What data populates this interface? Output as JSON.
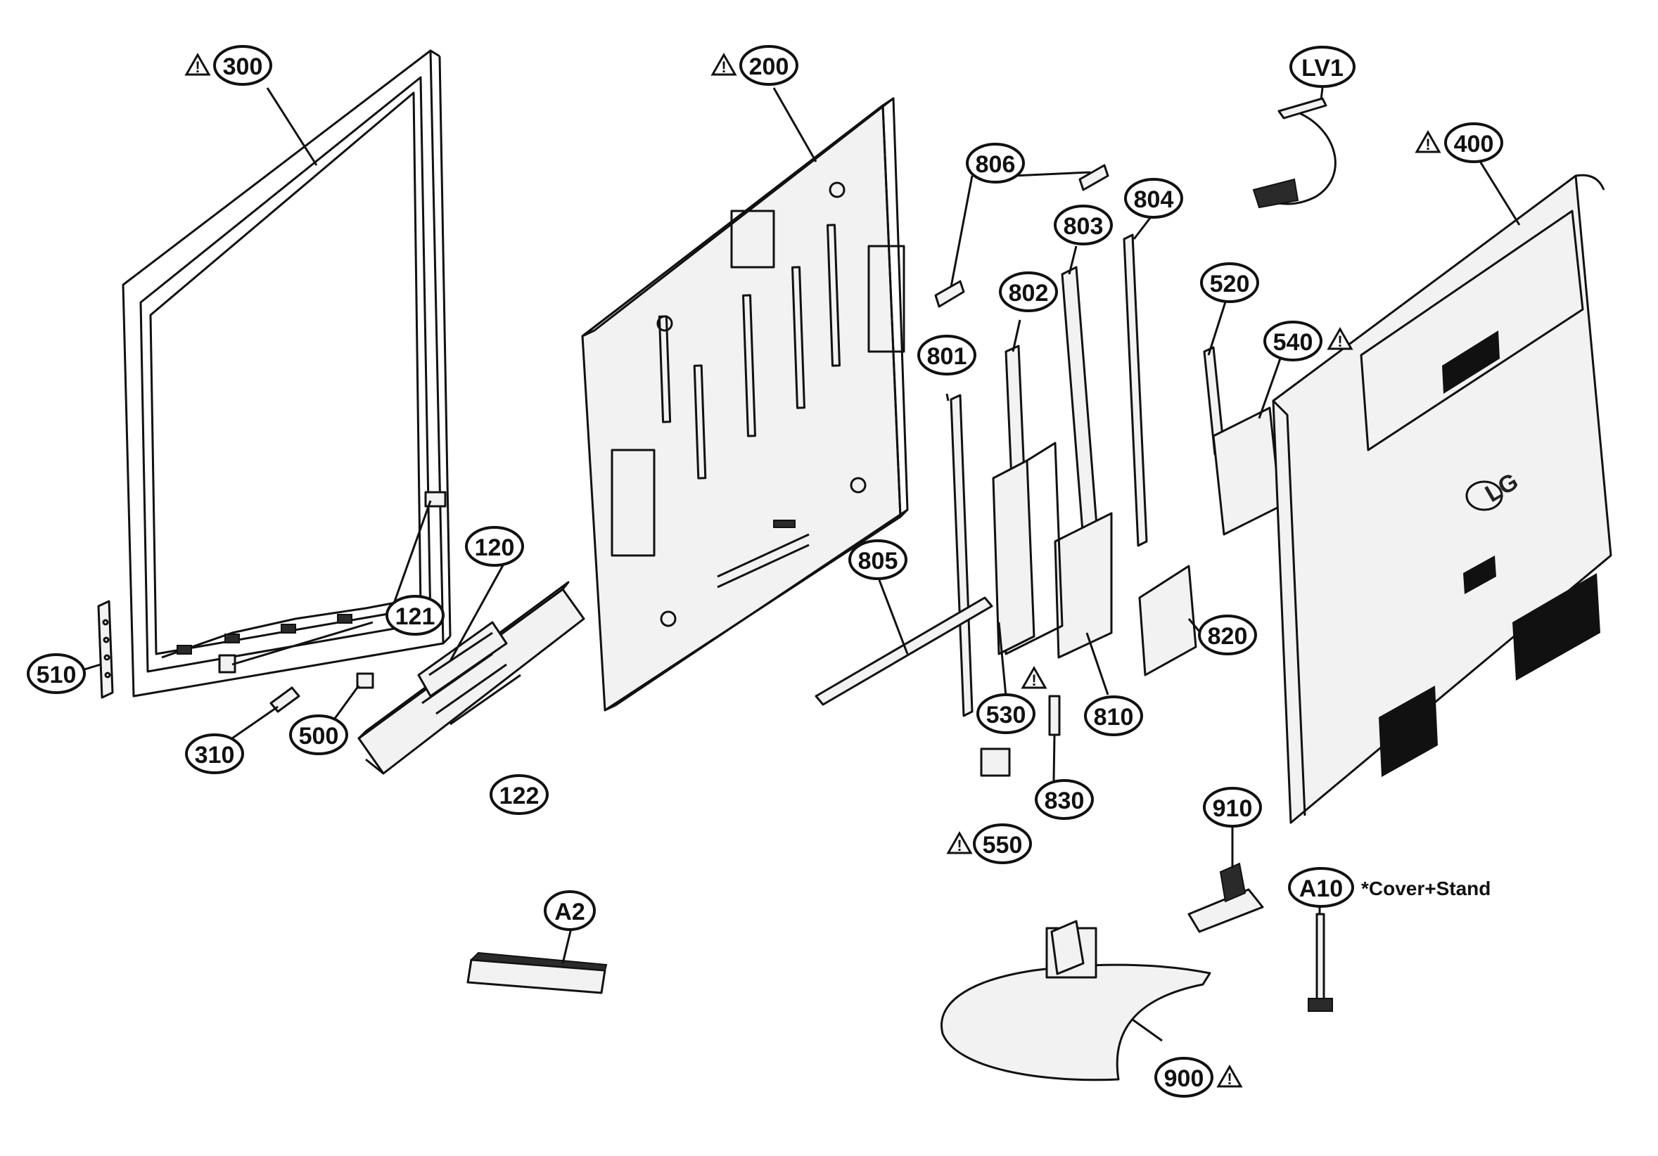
{
  "callouts": {
    "c300": "300",
    "c200": "200",
    "cLV1": "LV1",
    "c400": "400",
    "c806": "806",
    "c804": "804",
    "c803": "803",
    "c802": "802",
    "c801": "801",
    "c520": "520",
    "c540": "540",
    "c120": "120",
    "c121": "121",
    "c510": "510",
    "c310": "310",
    "c500": "500",
    "c122": "122",
    "c805": "805",
    "c530": "530",
    "c810": "810",
    "c820": "820",
    "c550": "550",
    "c830": "830",
    "c910": "910",
    "cA10": "A10",
    "cA2": "A2",
    "c900": "900"
  },
  "warning_symbol": "!",
  "note": "*Cover+Stand",
  "back_cover_logo": "LG",
  "colors": {
    "ink": "#111111",
    "paper": "#ffffff",
    "part_fill": "#f2f2f2"
  }
}
